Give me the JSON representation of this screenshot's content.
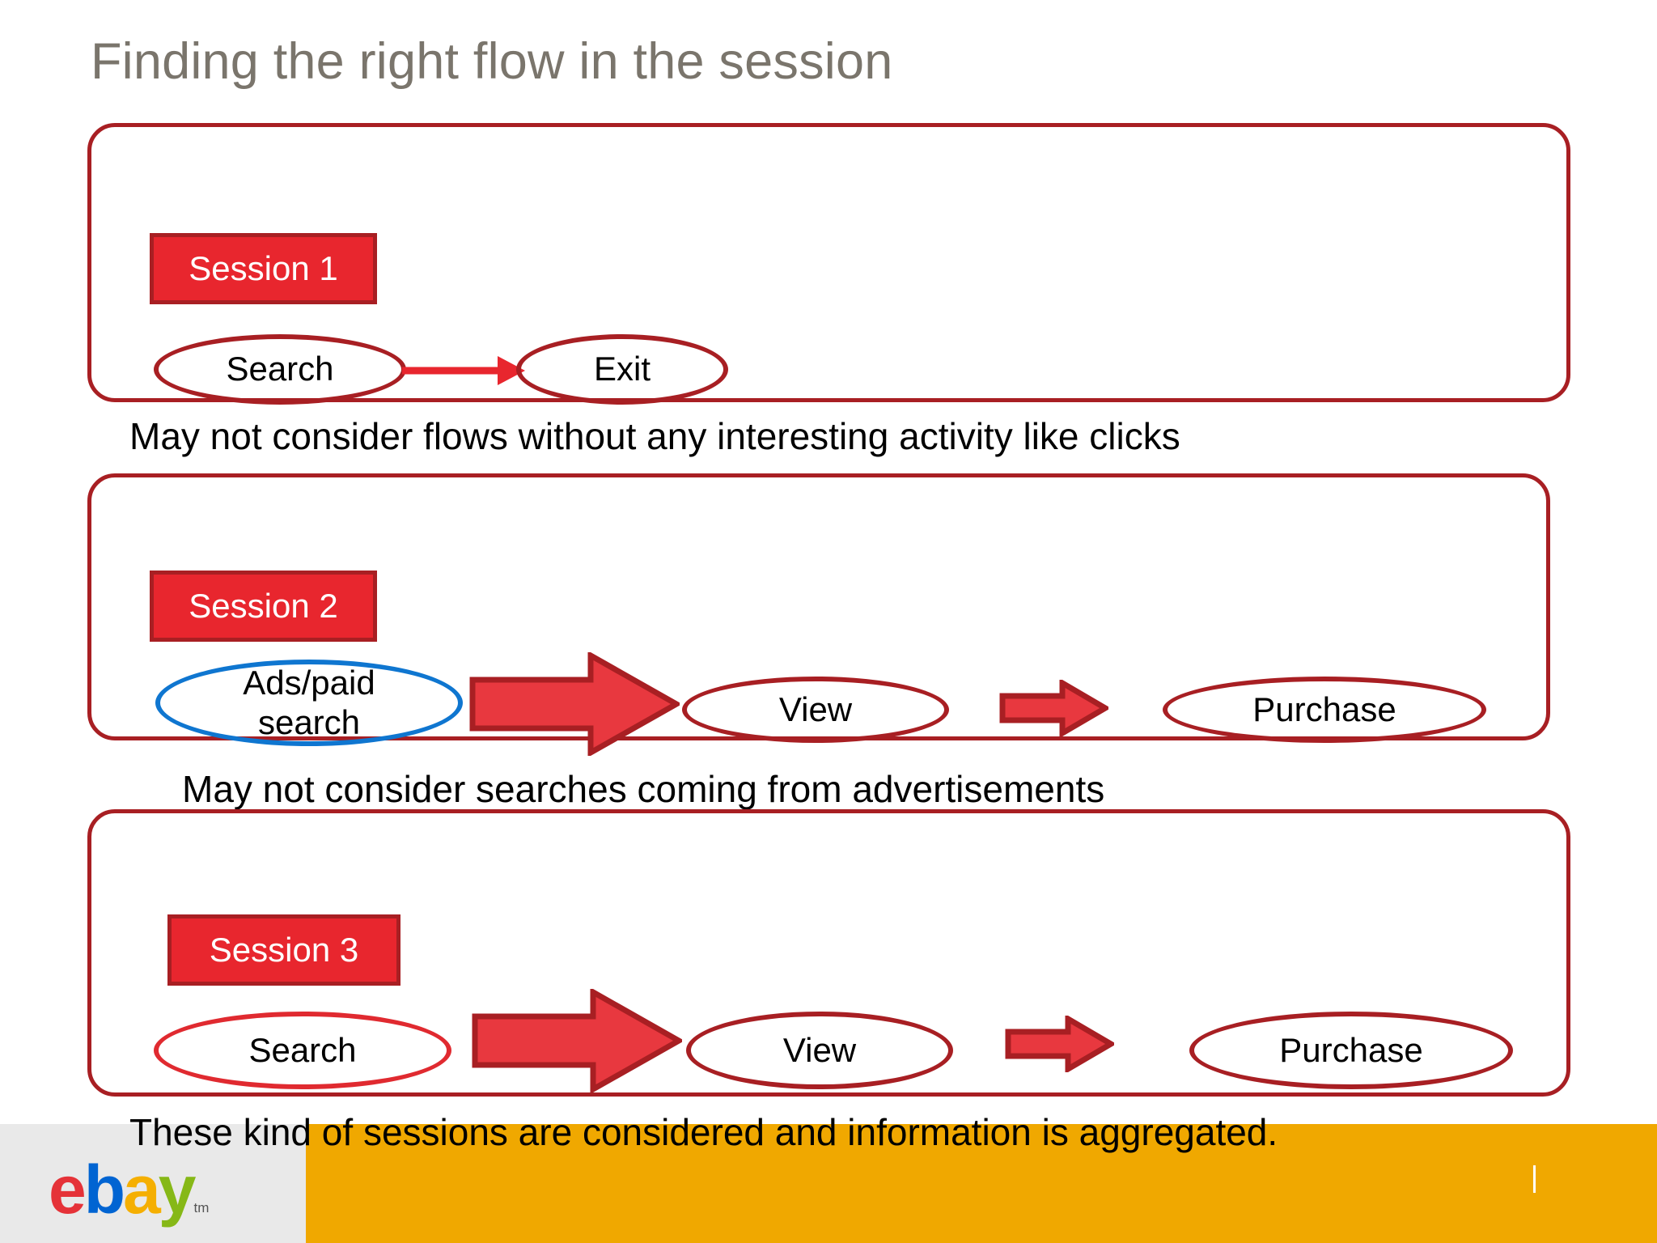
{
  "slide": {
    "title": "Finding the right flow in the session"
  },
  "sessions": [
    {
      "badge": "Session 1",
      "nodes": [
        {
          "label": "Search",
          "outline": "#a81f23"
        },
        {
          "label": "Exit",
          "outline": "#a81f23"
        }
      ],
      "connector": "thin-red-arrow",
      "caption": "May not consider flows without any interesting activity like clicks"
    },
    {
      "badge": "Session 2",
      "nodes": [
        {
          "label": "Ads/paid search",
          "line1": "Ads/paid",
          "line2": "search",
          "outline": "#0f76d0"
        },
        {
          "label": "View",
          "outline": "#a81f23"
        },
        {
          "label": "Purchase",
          "outline": "#a81f23"
        }
      ],
      "connectors": [
        "large-block-arrow",
        "small-block-arrow"
      ],
      "caption": "May not consider searches coming from advertisements"
    },
    {
      "badge": "Session 3",
      "nodes": [
        {
          "label": "Search",
          "outline": "#e02a30"
        },
        {
          "label": "View",
          "outline": "#a81f23"
        },
        {
          "label": "Purchase",
          "outline": "#a81f23"
        }
      ],
      "connectors": [
        "large-block-arrow",
        "small-block-arrow"
      ],
      "caption": "These kind of sessions are considered and information is aggregated."
    }
  ],
  "footer": {
    "logo": {
      "e": "e",
      "b": "b",
      "a": "a",
      "y": "y",
      "tm": "tm"
    },
    "band_color": "#f0a800",
    "panel_color": "#e9e9e9"
  },
  "colors": {
    "title_gray": "#7a756c",
    "badge_fill": "#e8262e",
    "dark_red": "#a81f23",
    "bright_red": "#e02a30",
    "blue": "#0f76d0",
    "gold": "#f0a800"
  }
}
